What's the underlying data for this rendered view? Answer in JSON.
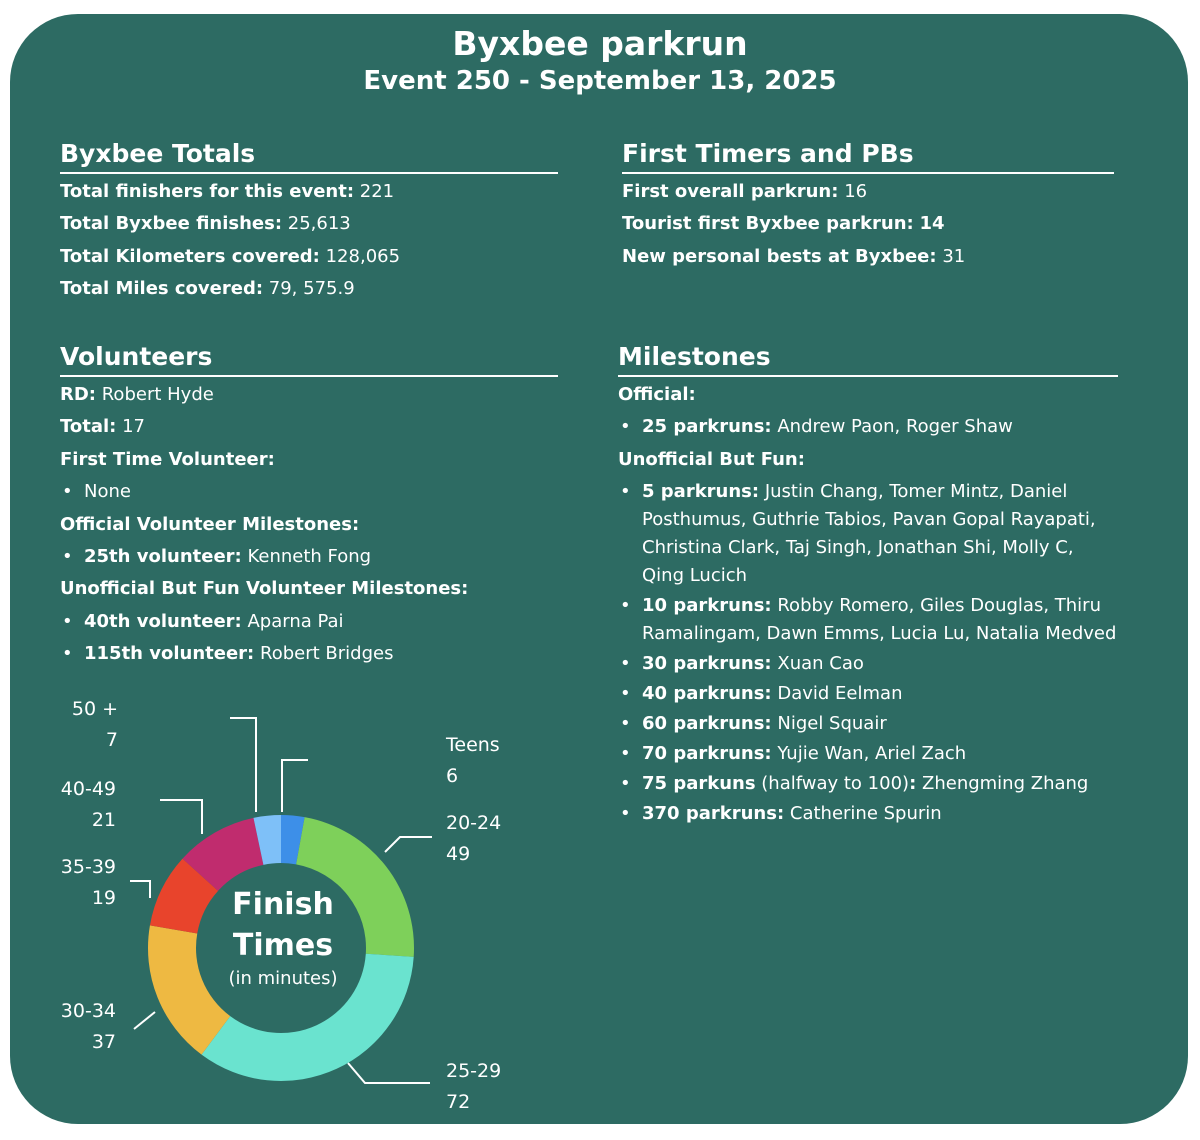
{
  "header": {
    "title": "Byxbee parkrun",
    "subtitle": "Event 250 - September 13, 2025"
  },
  "totals": {
    "heading": "Byxbee Totals",
    "lines": [
      {
        "label": "Total finishers for this event:",
        "value": "221"
      },
      {
        "label": "Total Byxbee finishes:",
        "value": "25,613"
      },
      {
        "label": "Total Kilometers covered:",
        "value": "128,065"
      },
      {
        "label": "Total Miles covered:",
        "value": "79, 575.9"
      }
    ]
  },
  "first_timers": {
    "heading": "First Timers and PBs",
    "lines": [
      {
        "label": "First overall parkrun:",
        "value": "16"
      },
      {
        "label": "Tourist first Byxbee parkrun:",
        "value": "14"
      },
      {
        "label": "New personal bests at Byxbee:",
        "value": "31"
      }
    ]
  },
  "volunteers": {
    "heading": "Volunteers",
    "rd_label": "RD:",
    "rd_value": "Robert Hyde",
    "total_label": "Total:",
    "total_value": "17",
    "first_time_label": "First Time Volunteer:",
    "first_time_value": "None",
    "official_label": "Official Volunteer Milestones:",
    "official": [
      {
        "label": "25th volunteer:",
        "value": "Kenneth Fong"
      }
    ],
    "unofficial_label": "Unofficial But Fun Volunteer Milestones:",
    "unofficial": [
      {
        "label": "40th volunteer:",
        "value": "Aparna Pai"
      },
      {
        "label": "115th volunteer:",
        "value": "Robert Bridges"
      }
    ]
  },
  "milestones": {
    "heading": "Milestones",
    "official_label": "Official:",
    "official": [
      {
        "label": "25 parkruns:",
        "value": "Andrew Paon, Roger Shaw"
      }
    ],
    "unofficial_label": "Unofficial But Fun:",
    "unofficial": [
      {
        "label": "5 parkruns:",
        "value": "Justin Chang, Tomer Mintz, Daniel Posthumus, Guthrie Tabios, Pavan Gopal Rayapati, Christina Clark, Taj Singh, Jonathan Shi, Molly C, Qing Lucich"
      },
      {
        "label": "10 parkruns:",
        "value": "Robby Romero, Giles Douglas, Thiru Ramalingam, Dawn Emms, Lucia Lu, Natalia Medved"
      },
      {
        "label": "30 parkruns:",
        "value": "Xuan Cao"
      },
      {
        "label": "40 parkruns:",
        "value": "David Eelman"
      },
      {
        "label": "60 parkruns:",
        "value": "Nigel Squair"
      },
      {
        "label": "70 parkruns:",
        "value": "Yujie Wan, Ariel Zach"
      },
      {
        "label": "75 parkuns",
        "note": " (halfway to 100)",
        "suffix": ":",
        "value": "Zhengming Zhang"
      },
      {
        "label": "370 parkruns:",
        "value": "Catherine Spurin"
      }
    ]
  },
  "chart_center": {
    "line1": "Finish",
    "line2": "Times",
    "line3": "(in minutes)"
  },
  "chart_data": {
    "type": "pie",
    "donut": true,
    "categories": [
      "Teens",
      "20-24",
      "25-29",
      "30-34",
      "35-39",
      "40-49",
      "50 +"
    ],
    "values": [
      6,
      49,
      72,
      37,
      19,
      21,
      7
    ],
    "colors": [
      "#3d8fe8",
      "#7ed05a",
      "#6ae3cf",
      "#eeb942",
      "#e8442c",
      "#c02c6e",
      "#7ec0f8"
    ],
    "legend": "none"
  },
  "colors": {
    "background": "#2d6b63",
    "text": "#ffffff"
  }
}
